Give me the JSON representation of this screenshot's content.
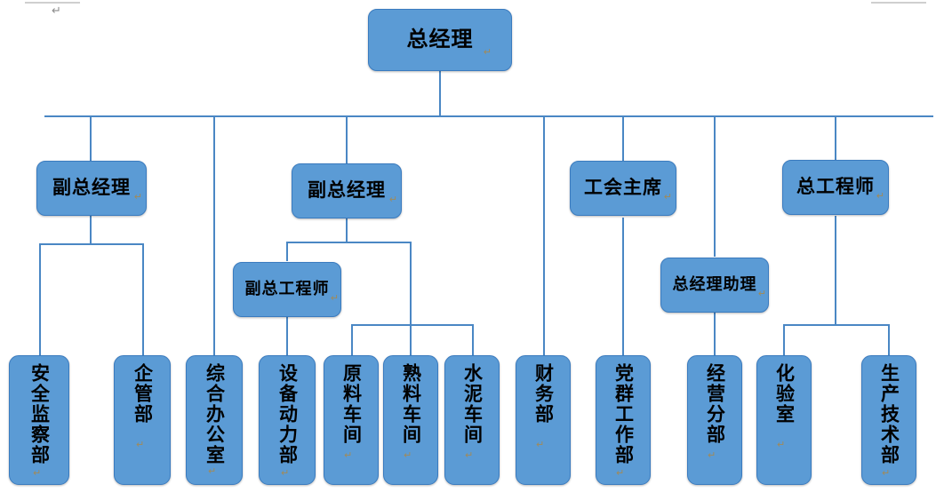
{
  "document": {
    "margin_marks": [
      "top-left-margin-guide",
      "top-right-margin-guide"
    ],
    "stray_paragraph_mark": "↵"
  },
  "theme": {
    "node_fill": "#5B9BD5",
    "node_border": "#3a7bbf",
    "connector": "#4A87C4",
    "text": "#000000",
    "pilcrow": "↵"
  },
  "chart_title": "",
  "org_chart": {
    "type": "org-tree",
    "orientation": "top-down",
    "root": {
      "id": "general-manager",
      "label": "总经理",
      "pilcrow": "↵"
    },
    "level2": [
      {
        "id": "deputy-general-manager-1",
        "label": "副总经理",
        "pilcrow": "↵"
      },
      {
        "id": "deputy-general-manager-2",
        "label": "副总经理",
        "pilcrow": "↵"
      },
      {
        "id": "union-chairman",
        "label": "工会主席",
        "pilcrow": "↵"
      },
      {
        "id": "chief-engineer",
        "label": "总工程师",
        "pilcrow": "↵"
      }
    ],
    "level3": [
      {
        "id": "deputy-chief-engineer",
        "label": "副总工程师",
        "pilcrow": "↵"
      },
      {
        "id": "general-manager-assistant",
        "label": "总经理助理",
        "pilcrow": "↵"
      }
    ],
    "departments": [
      {
        "id": "safety-supervision-dept",
        "label": "安全监察部",
        "pilcrow": "↵",
        "parent": "deputy-general-manager-1"
      },
      {
        "id": "enterprise-management-dept",
        "label": "企管部",
        "pilcrow": "↵",
        "parent": "deputy-general-manager-1"
      },
      {
        "id": "general-office",
        "label": "综合办公室",
        "pilcrow": "↵",
        "parent": "general-manager"
      },
      {
        "id": "equipment-power-dept",
        "label": "设备动力部",
        "pilcrow": "↵",
        "parent": "deputy-chief-engineer"
      },
      {
        "id": "raw-material-workshop",
        "label": "原料车间",
        "pilcrow": "↵",
        "parent": "deputy-general-manager-2"
      },
      {
        "id": "clinker-workshop",
        "label": "熟料车间",
        "pilcrow": "↵",
        "parent": "deputy-general-manager-2"
      },
      {
        "id": "cement-workshop",
        "label": "水泥车间",
        "pilcrow": "↵",
        "parent": "deputy-general-manager-2"
      },
      {
        "id": "finance-dept",
        "label": "财务部",
        "pilcrow": "↵",
        "parent": "general-manager"
      },
      {
        "id": "party-mass-work-dept",
        "label": "党群工作部",
        "pilcrow": "↵",
        "parent": "union-chairman"
      },
      {
        "id": "business-branch",
        "label": "经营分部",
        "pilcrow": "↵",
        "parent": "general-manager-assistant"
      },
      {
        "id": "laboratory",
        "label": "化验室",
        "pilcrow": "↵",
        "parent": "chief-engineer"
      },
      {
        "id": "production-technology-dept",
        "label": "生产技术部",
        "pilcrow": "↵",
        "parent": "chief-engineer"
      }
    ]
  }
}
